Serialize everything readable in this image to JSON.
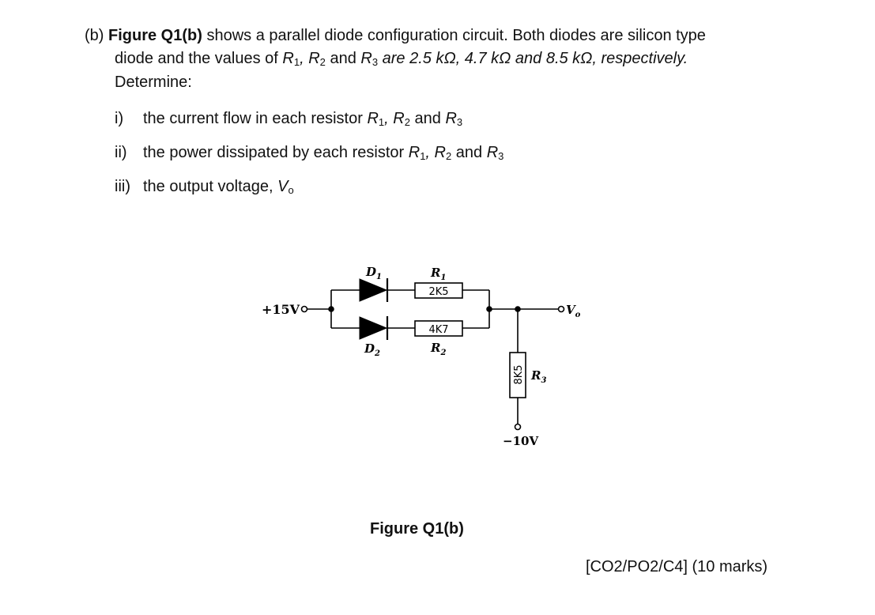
{
  "question": {
    "part_label": "(b)",
    "figure_ref": "Figure Q1(b)",
    "text_1": " shows a parallel diode configuration circuit. Both diodes are silicon type",
    "text_2a": "diode and the values of ",
    "R1": "R",
    "R1_sub": "1",
    "comma": ", ",
    "R2": "R",
    "R2_sub": "2",
    "and": " and ",
    "R3": "R",
    "R3_sub": "3",
    "text_2b": " are 2.5 kΩ, 4.7 kΩ and 8.5 kΩ, respectively.",
    "text_3": "Determine:"
  },
  "items": [
    {
      "num": "i)",
      "text": "the current flow in each resistor ",
      "r1": "R",
      "s1": "1",
      "c": ", ",
      "r2": "R",
      "s2": "2",
      "a": " and ",
      "r3": "R",
      "s3": "3"
    },
    {
      "num": "ii)",
      "text": "the power dissipated by each resistor ",
      "r1": "R",
      "s1": "1",
      "c": ", ",
      "r2": "R",
      "s2": "2",
      "a": " and ",
      "r3": "R",
      "s3": "3"
    },
    {
      "num": "iii)",
      "text": "the output voltage, ",
      "vo": "V",
      "vo_sub": "o"
    }
  ],
  "circuit": {
    "vin_label": "+15V",
    "vout_label": "V",
    "vout_sub": "o",
    "vneg_label": "−10V",
    "d1": "D",
    "d1_sub": "1",
    "d2": "D",
    "d2_sub": "2",
    "r1_name": "R",
    "r1_sub": "1",
    "r1_value": "2K5",
    "r2_name": "R",
    "r2_sub": "2",
    "r2_value": "4K7",
    "r3_name": "R",
    "r3_sub": "3",
    "r3_value": "8K5"
  },
  "caption": "Figure Q1(b)",
  "marks": "[CO2/PO2/C4] (10 marks)"
}
